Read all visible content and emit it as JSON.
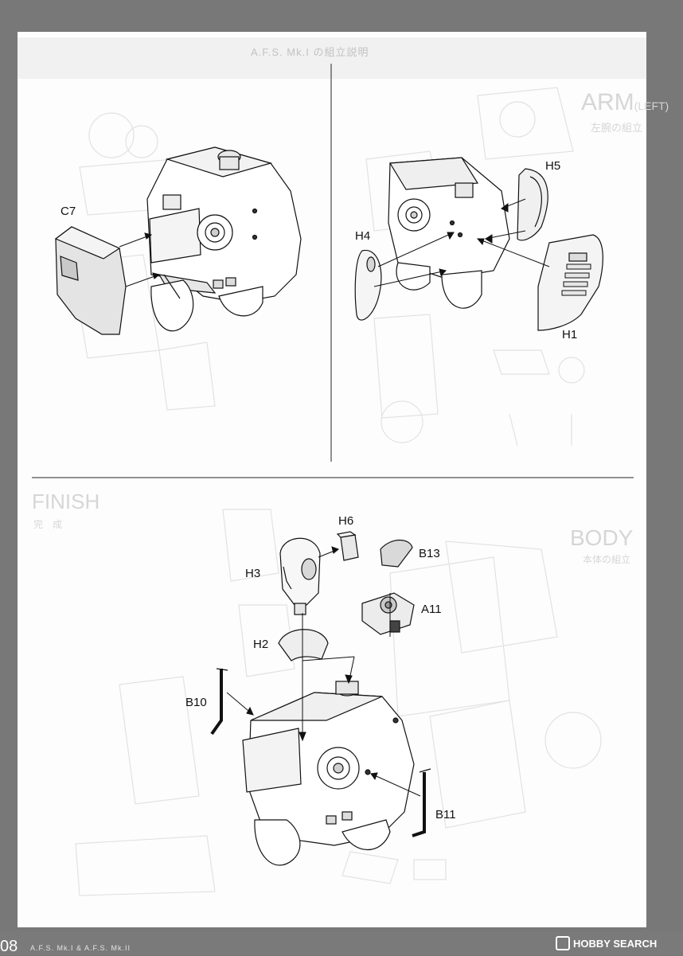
{
  "header": {
    "title": "A.F.S. Mk.I の組立説明"
  },
  "panel_top_left": {
    "label_c7": "C7"
  },
  "panel_top_right": {
    "section_title": "ARM",
    "section_sub": "(LEFT)",
    "section_jp": "左腕の組立",
    "label_h5": "H5",
    "label_h4": "H4",
    "label_h1": "H1"
  },
  "panel_bottom": {
    "section_finish": "FINISH",
    "section_finish_jp": "完　成",
    "section_body": "BODY",
    "section_body_jp": "本体の組立",
    "label_h6": "H6",
    "label_h3": "H3",
    "label_b13": "B13",
    "label_a11": "A11",
    "label_h2": "H2",
    "label_b10": "B10",
    "label_b11": "B11"
  },
  "footer": {
    "page_number": "08",
    "footer_text": "A.F.S. Mk.I & A.F.S. Mk.II",
    "watermark": "HOBBY SEARCH"
  }
}
